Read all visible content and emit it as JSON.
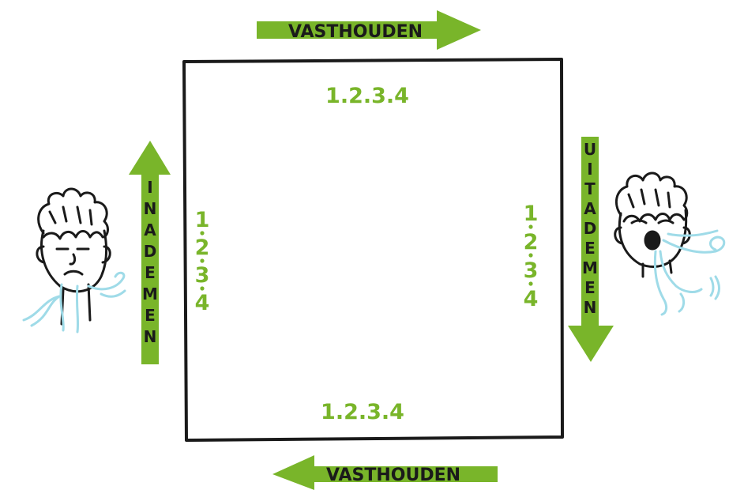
{
  "diagram": {
    "top_arrow_label": "VASTHOUDEN",
    "bottom_arrow_label": "VASTHOUDEN",
    "left_arrow_label": [
      "I",
      "N",
      "A",
      "D",
      "E",
      "M",
      "E",
      "N"
    ],
    "right_arrow_label": [
      "U",
      "I",
      "T",
      "A",
      "D",
      "E",
      "M",
      "E",
      "N"
    ],
    "top_count": "1.2.3.4",
    "bottom_count": "1.2.3.4",
    "left_count": [
      "1",
      "2",
      "3",
      "4"
    ],
    "right_count": [
      "1",
      "2",
      "3",
      "4"
    ]
  },
  "colors": {
    "arrow_green": "#79b52a",
    "count_green": "#79b52a",
    "breath_blue": "#9fdbe8",
    "outline": "#1a1a1a"
  },
  "icons": {
    "left_figure": "inhaling-person-icon",
    "right_figure": "exhaling-person-icon"
  }
}
